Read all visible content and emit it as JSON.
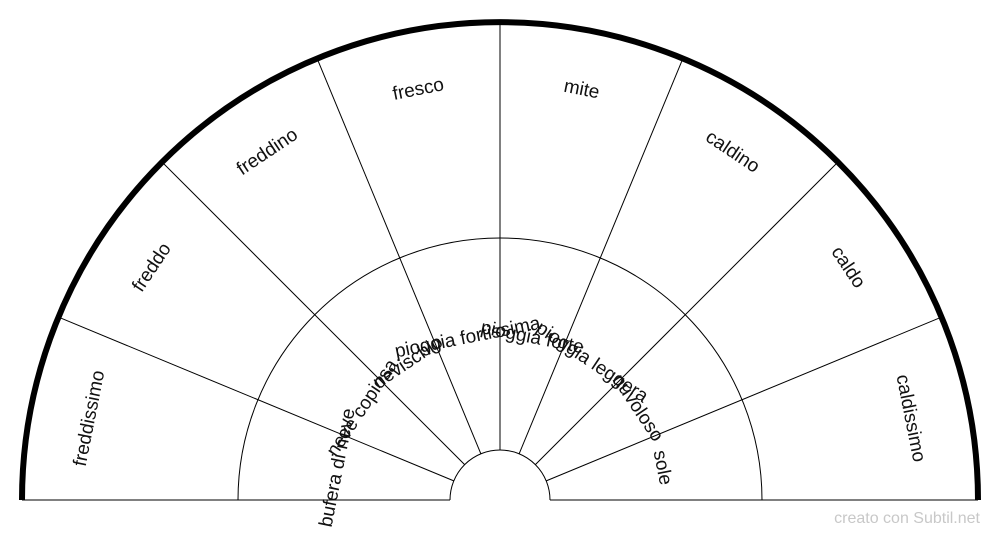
{
  "outer_ring": [
    "freddissimo",
    "freddo",
    "freddino",
    "fresco",
    "mite",
    "caldino",
    "caldo",
    "caldissimo"
  ],
  "inner_ring": [
    "bufera di neve",
    "neve copiosa",
    "nevischio",
    "pioggia fortissima",
    "pioggia forte",
    "pioggia leggera",
    "nuvoloso",
    "sole"
  ],
  "credit": "creato con Subtil.net",
  "colors": {
    "outline": "#000000",
    "credit": "#c8c8c8"
  }
}
